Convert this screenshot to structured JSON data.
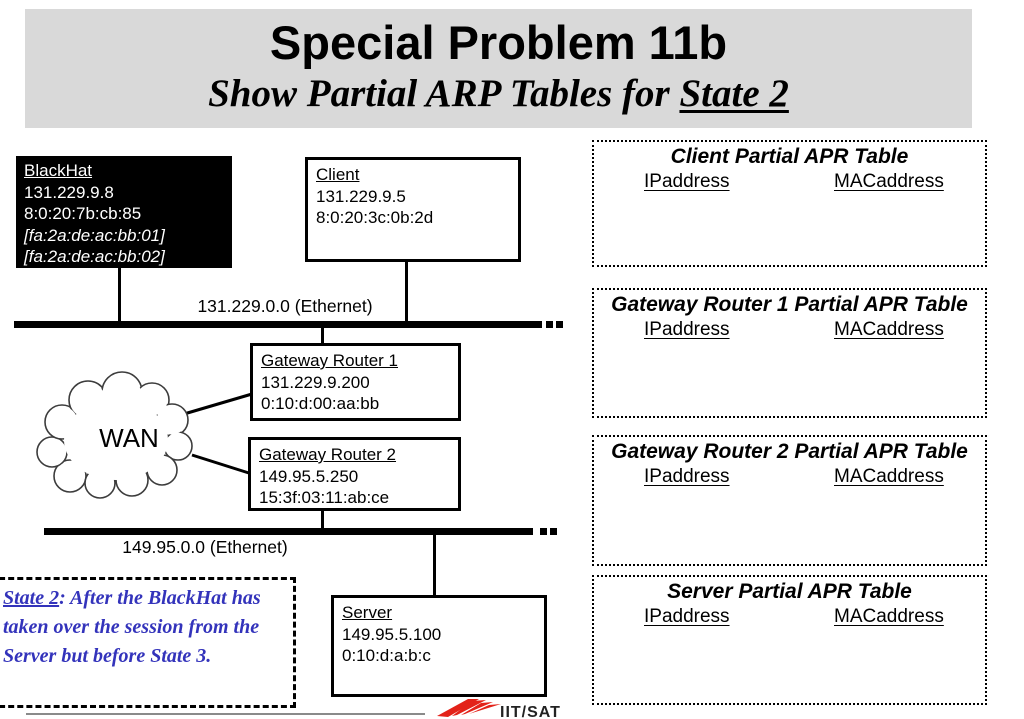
{
  "header": {
    "title": "Special Problem 11b",
    "subtitle_prefix": "Show Partial ARP Tables for ",
    "subtitle_emphasis": "State 2"
  },
  "nodes": {
    "blackhat": {
      "name": "BlackHat",
      "ip": "131.229.9.8",
      "mac": "8:0:20:7b:cb:85",
      "spoofed_macs": [
        "[fa:2a:de:ac:bb:01]",
        "[fa:2a:de:ac:bb:02]"
      ]
    },
    "client": {
      "name": "Client",
      "ip": "131.229.9.5",
      "mac": "8:0:20:3c:0b:2d"
    },
    "gateway_router_1": {
      "name": "Gateway Router 1",
      "ip": "131.229.9.200",
      "mac": "0:10:d:00:aa:bb"
    },
    "gateway_router_2": {
      "name": "Gateway Router 2",
      "ip": "149.95.5.250",
      "mac": "15:3f:03:11:ab:ce"
    },
    "server": {
      "name": "Server",
      "ip": "149.95.5.100",
      "mac": "0:10:d:a:b:c"
    }
  },
  "networks": {
    "ethernet1": "131.229.0.0 (Ethernet)",
    "ethernet2": "149.95.0.0 (Ethernet)"
  },
  "wan": {
    "label": "WAN"
  },
  "state_note": {
    "emphasis": "State 2",
    "line1_rest": ": After the BlackHat has",
    "line2": "taken over the session from the",
    "line3": "Server but before State 3."
  },
  "arp_tables": [
    {
      "title": "Client Partial APR Table",
      "col_ip": "IPaddress",
      "col_mac": "MACaddress"
    },
    {
      "title": "Gateway Router 1 Partial APR Table",
      "col_ip": "IPaddress",
      "col_mac": "MACaddress"
    },
    {
      "title": "Gateway Router 2 Partial APR Table",
      "col_ip": "IPaddress",
      "col_mac": "MACaddress"
    },
    {
      "title": "Server Partial APR Table",
      "col_ip": "IPaddress",
      "col_mac": "MACaddress"
    }
  ],
  "footer": {
    "logo_text": "IIT/SAT"
  },
  "colors": {
    "banner_bg": "#d9d9d9",
    "note_blue": "#3333bb",
    "logo_red": "#e32219",
    "node_bg_blackhat": "#000000"
  }
}
